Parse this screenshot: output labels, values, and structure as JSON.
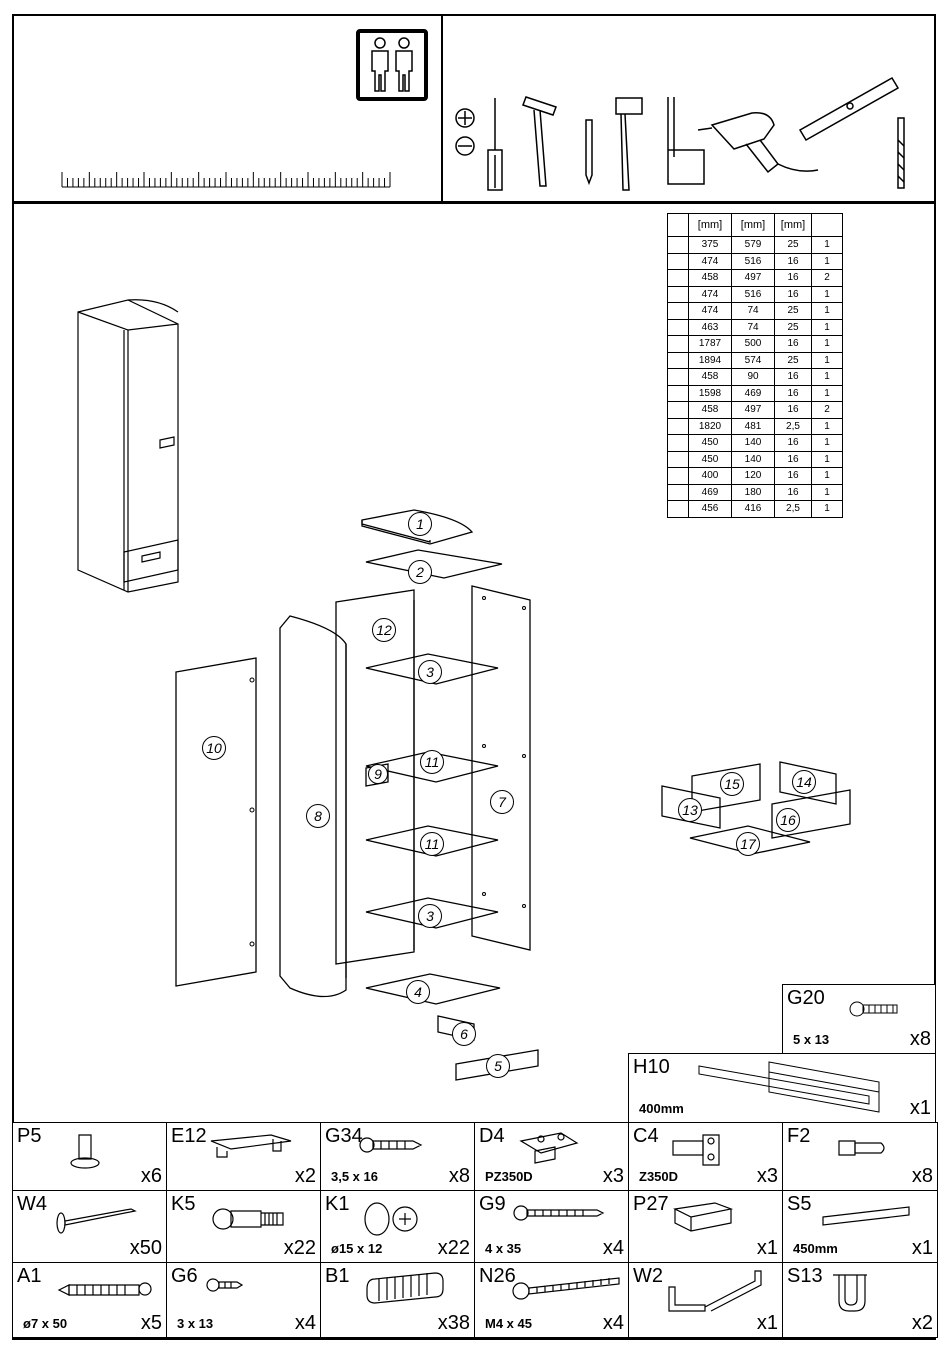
{
  "dimension_table": {
    "headers": [
      "",
      "[mm]",
      "[mm]",
      "[mm]",
      ""
    ],
    "rows": [
      [
        "",
        "375",
        "579",
        "25",
        "1"
      ],
      [
        "",
        "474",
        "516",
        "16",
        "1"
      ],
      [
        "",
        "458",
        "497",
        "16",
        "2"
      ],
      [
        "",
        "474",
        "516",
        "16",
        "1"
      ],
      [
        "",
        "474",
        "74",
        "25",
        "1"
      ],
      [
        "",
        "463",
        "74",
        "25",
        "1"
      ],
      [
        "",
        "1787",
        "500",
        "16",
        "1"
      ],
      [
        "",
        "1894",
        "574",
        "25",
        "1"
      ],
      [
        "",
        "458",
        "90",
        "16",
        "1"
      ],
      [
        "",
        "1598",
        "469",
        "16",
        "1"
      ],
      [
        "",
        "458",
        "497",
        "16",
        "2"
      ],
      [
        "",
        "1820",
        "481",
        "2,5",
        "1"
      ],
      [
        "",
        "450",
        "140",
        "16",
        "1"
      ],
      [
        "",
        "450",
        "140",
        "16",
        "1"
      ],
      [
        "",
        "400",
        "120",
        "16",
        "1"
      ],
      [
        "",
        "469",
        "180",
        "16",
        "1"
      ],
      [
        "",
        "456",
        "416",
        "2,5",
        "1"
      ]
    ]
  },
  "part_labels": {
    "p1": "1",
    "p2": "2",
    "p3a": "3",
    "p3b": "3",
    "p4": "4",
    "p5": "5",
    "p6": "6",
    "p7": "7",
    "p8": "8",
    "p9": "9",
    "p10": "10",
    "p11a": "11",
    "p11b": "11",
    "p12": "12",
    "p13": "13",
    "p14": "14",
    "p15": "15",
    "p16": "16",
    "p17": "17"
  },
  "hardware": {
    "g20": {
      "code": "G20",
      "spec": "5 x 13",
      "qty": "x8"
    },
    "h10": {
      "code": "H10",
      "spec": "400mm",
      "qty": "x1"
    },
    "p5": {
      "code": "P5",
      "spec": "",
      "qty": "x6"
    },
    "e12": {
      "code": "E12",
      "spec": "",
      "qty": "x2"
    },
    "g34": {
      "code": "G34",
      "spec": "3,5 x 16",
      "qty": "x8"
    },
    "d4": {
      "code": "D4",
      "spec": "PZ350D",
      "qty": "x3"
    },
    "c4": {
      "code": "C4",
      "spec": "Z350D",
      "qty": "x3"
    },
    "f2": {
      "code": "F2",
      "spec": "",
      "qty": "x8"
    },
    "w4": {
      "code": "W4",
      "spec": "",
      "qty": "x50"
    },
    "k5": {
      "code": "K5",
      "spec": "",
      "qty": "x22"
    },
    "k1": {
      "code": "K1",
      "spec": "ø15 x 12",
      "qty": "x22"
    },
    "g9": {
      "code": "G9",
      "spec": "4 x 35",
      "qty": "x4"
    },
    "p27": {
      "code": "P27",
      "spec": "",
      "qty": "x1"
    },
    "s5": {
      "code": "S5",
      "spec": "450mm",
      "qty": "x1"
    },
    "a1": {
      "code": "A1",
      "spec": "ø7 x 50",
      "qty": "x5"
    },
    "g6": {
      "code": "G6",
      "spec": "3 x 13",
      "qty": "x4"
    },
    "b1": {
      "code": "B1",
      "spec": "",
      "qty": "x38"
    },
    "n26": {
      "code": "N26",
      "spec": "M4 x 45",
      "qty": "x4"
    },
    "w2": {
      "code": "W2",
      "spec": "",
      "qty": "x1"
    },
    "s13": {
      "code": "S13",
      "spec": "",
      "qty": "x2"
    }
  },
  "icons": [
    "two-people-icon",
    "ruler-icon",
    "phillips-screwdriver-icon",
    "flat-screwdriver-icon",
    "screwdriver-icon",
    "hammer-icon",
    "pencil-icon",
    "mallet-icon",
    "drill-icon",
    "level-icon",
    "drill-bit-icon"
  ]
}
